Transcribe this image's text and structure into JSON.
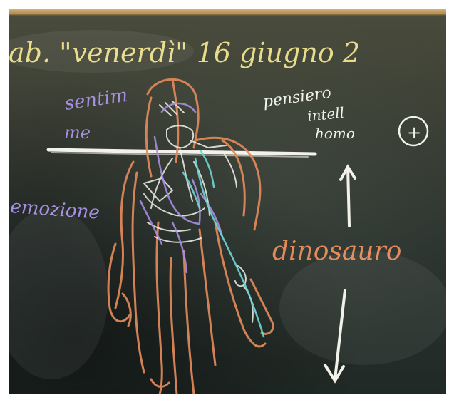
{
  "board": {
    "header_text": "ab. \"venerdì\" 16 giugno 2",
    "label_sentimento": "sentim",
    "label_me": "me",
    "label_emozione": "emozione",
    "label_pensiero": "pensiero",
    "label_intell": "intell",
    "label_homo": "homo",
    "label_plus": "+",
    "label_dinosauro": "dinosauro"
  },
  "colors": {
    "board_dark": "#2c3430",
    "chalk_yellow": "#e8dc8a",
    "chalk_white": "#f2f2ea",
    "chalk_orange": "#e38a5a",
    "chalk_purple": "#a58fe0",
    "chalk_cyan": "#6fd6d6"
  }
}
